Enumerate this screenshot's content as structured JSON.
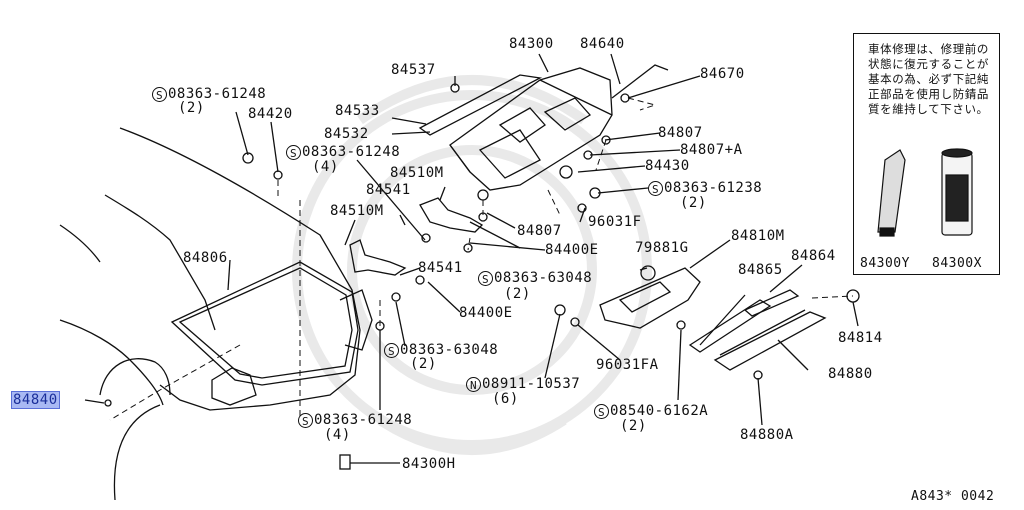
{
  "parts": {
    "p84300": "84300",
    "p84640": "84640",
    "p84537": "84537",
    "p84670": "84670",
    "s08363_61248_a": "08363-61248",
    "q2_a": "(2)",
    "p84420": "84420",
    "p84533": "84533",
    "p84532": "84532",
    "p84807_a": "84807",
    "p84807A": "84807+A",
    "s08363_61248_b": "08363-61248",
    "q4_a": "(4)",
    "p84430": "84430",
    "p84510M_a": "84510M",
    "p84541_a": "84541",
    "s08363_61238": "08363-61238",
    "q2_b": "(2)",
    "p96031F": "96031F",
    "p84510M_b": "84510M",
    "p84807_b": "84807",
    "p84400E_a": "84400E",
    "p79881G": "79881G",
    "p84810M": "84810M",
    "p84806": "84806",
    "p84541_b": "84541",
    "s08363_63048_a": "08363-63048",
    "q2_c": "(2)",
    "p84865": "84865",
    "p84864": "84864",
    "p84400E_b": "84400E",
    "p84814": "84814",
    "s08363_63048_b": "08363-63048",
    "q2_d": "(2)",
    "p96031FA": "96031FA",
    "p84880": "84880",
    "n08911_10537": "08911-10537",
    "q6": "(6)",
    "p84840": "84840",
    "s08540_6162A": "08540-6162A",
    "q2_e": "(2)",
    "s08363_61248_c": "08363-61248",
    "q4_b": "(4)",
    "p84880A": "84880A",
    "p84300H": "84300H",
    "p84300Y": "84300Y",
    "p84300X": "84300X"
  },
  "markers": {
    "s": "S",
    "n": "N"
  },
  "note": {
    "text": "車体修理は、修理前の状態に復元することが基本の為、必ず下記純正部品を使用し防錆品質を維持して下さい。"
  },
  "footer": {
    "code": "A843* 0042"
  },
  "colors": {
    "highlight_bg": "#a9b9f4",
    "highlight_text": "#1b2f9a",
    "line": "#111111"
  }
}
